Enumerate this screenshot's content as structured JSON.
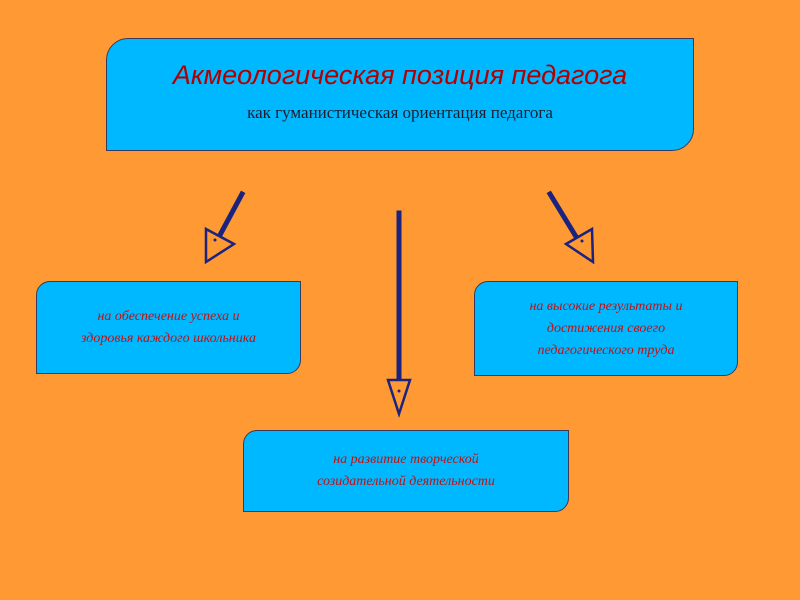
{
  "main": {
    "title": "Акмеологическая позиция педагога",
    "subtitle": "как гуманистическая ориентация педагога"
  },
  "branches": {
    "left": {
      "lines": [
        "на обеспечение успеха и",
        "здоровья каждого школьника"
      ]
    },
    "right": {
      "lines": [
        "на высокие результаты и",
        "достижения своего",
        "педагогического труда"
      ]
    },
    "bottom": {
      "lines": [
        "на развитие творческой",
        "созидательной деятельности"
      ]
    }
  },
  "colors": {
    "background": "#FF9933",
    "box_fill": "#00B8FF",
    "title_text": "#B00000",
    "branch_text": "#C01010",
    "arrow": "#1A237E"
  }
}
